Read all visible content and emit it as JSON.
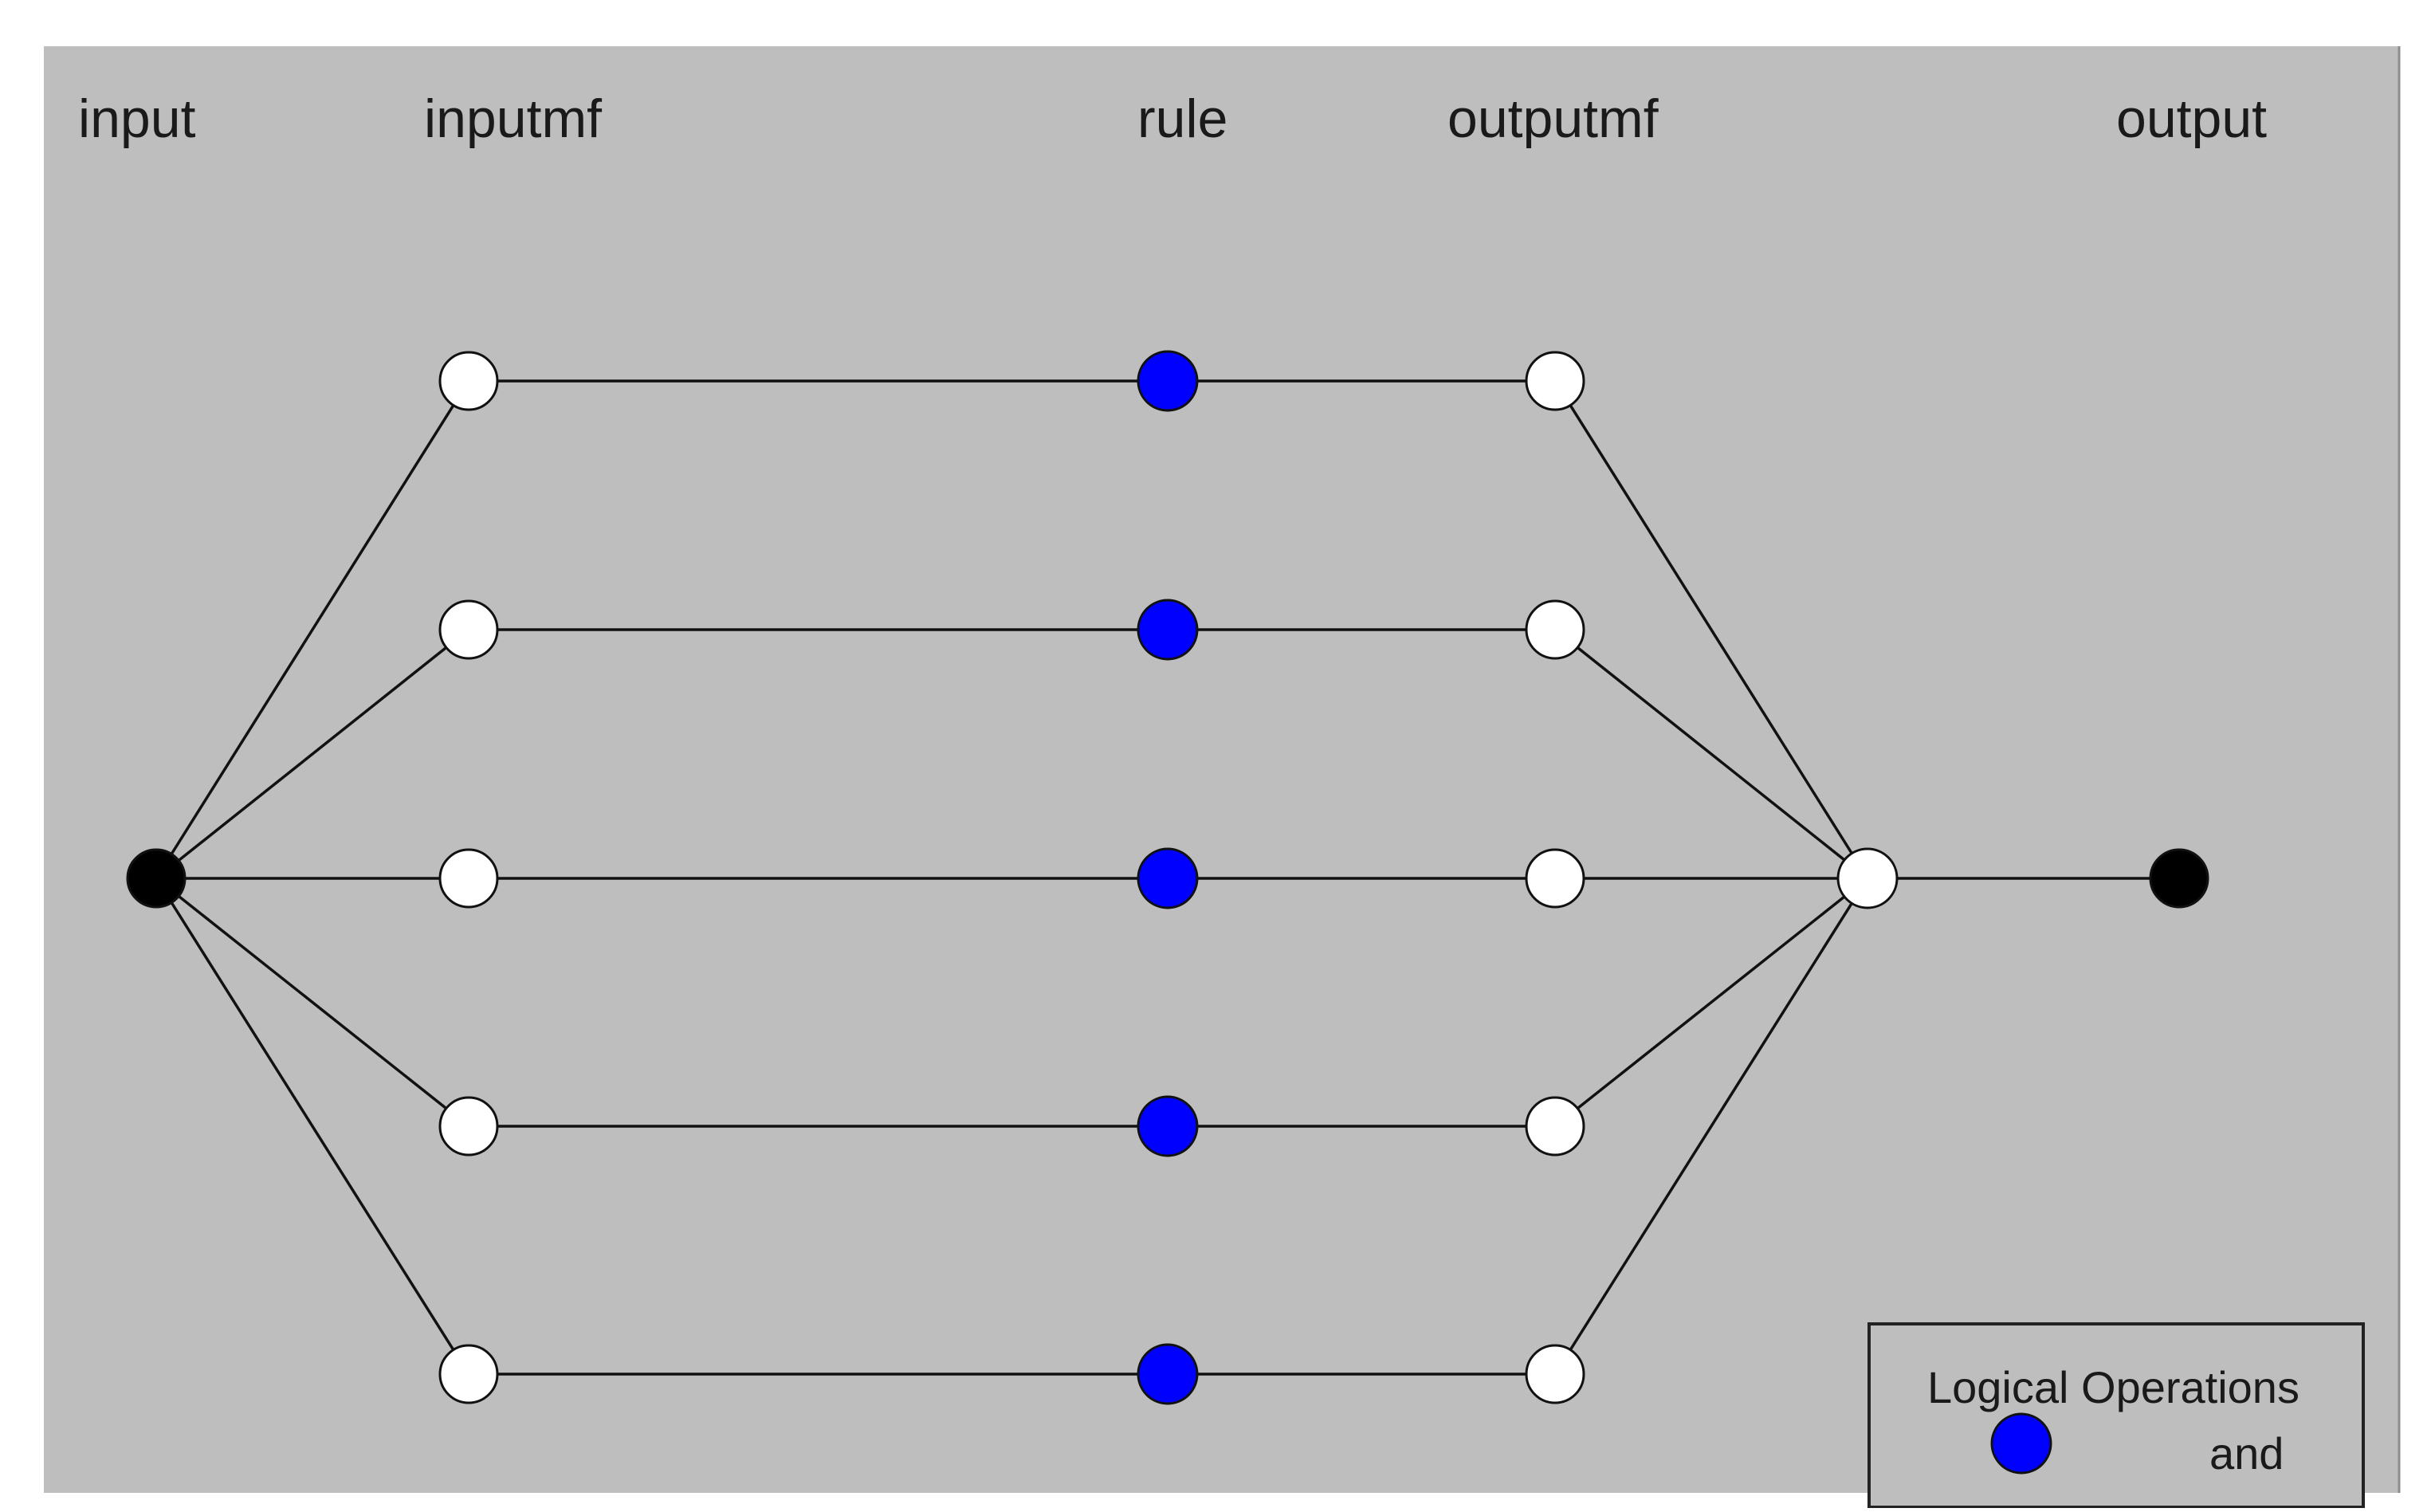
{
  "column_labels": {
    "input": "input",
    "inputmf": "inputmf",
    "rule": "rule",
    "outputmf": "outputmf",
    "output": "output"
  },
  "legend": {
    "title": "Logical Operations",
    "entry_label": "and"
  },
  "network": {
    "rule_count": 5,
    "connections": "input node connects to each of 5 inputmf nodes; each inputmf connects to one rule; each rule connects to one outputmf; all outputmf connect to a single aggregation node which connects to the output node"
  },
  "colors": {
    "panel_background": "#bebebe",
    "page_background": "#ffffff",
    "input_node": "#000000",
    "output_node": "#000000",
    "mf_node": "#ffffff",
    "rule_node": "#0000ff",
    "edge": "#111111"
  },
  "icons": {
    "input_node": "filled-black-circle",
    "mf_node": "hollow-white-circle",
    "rule_node": "filled-blue-circle",
    "output_node": "filled-black-circle"
  }
}
